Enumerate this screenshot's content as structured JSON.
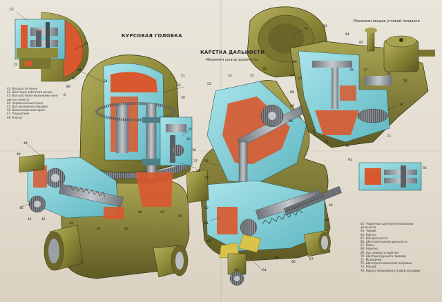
{
  "titles": {
    "azimuth": "КУРСОВАЯ ГОЛОВКА",
    "range_carriage": "КАРЕТКА ДАЛЬНОСТИ",
    "range_sub": "Механизм шкалы дальности",
    "top_right": "Механизм вводов угловой поправки"
  },
  "legend_left": [
    "41. Кольцо погонное",
    "42. Шестерня зубчатого венца",
    "43. Вал-шестерня механизма наво-",
    "дки по азимуту",
    "44. Червячная шестерня",
    "45. Вал механизма наводки",
    "46. Конические шестерни",
    "47. Подшипник",
    "48. Корпус"
  ],
  "legend_right": [
    "62. Червячная шестерня механизма",
    "дальности",
    "63. Червяк",
    "64. Корпус",
    "65. Вал дальности",
    "66. Шестерня шкалы дальности",
    "67. Рейка",
    "68. Каретка",
    "69. Ось поворота каретки",
    "70. Шестерня ручного привода",
    "71. Маховичок",
    "72. Шестерня механизма поправок",
    "73. Втулка",
    "74. Корпус механизма угловой поправки"
  ],
  "callouts": [
    "52",
    "22",
    "27",
    "24",
    "33",
    "35",
    "51",
    "82",
    "81",
    "80",
    "8",
    "39",
    "26",
    "36",
    "37",
    "38",
    "49",
    "48",
    "40",
    "41",
    "42",
    "43",
    "44",
    "45",
    "46",
    "47",
    "50",
    "53",
    "54",
    "55",
    "56",
    "57",
    "58",
    "59",
    "60",
    "61",
    "62",
    "63",
    "64",
    "65",
    "66",
    "67",
    "68",
    "69",
    "70",
    "71",
    "72",
    "73",
    "74",
    "75",
    "76",
    "77",
    "78",
    "79",
    "83",
    "84",
    "85",
    "86",
    "87",
    "88",
    "89",
    "90",
    "91",
    "92"
  ],
  "colors": {
    "paper": "#e6e1d5",
    "olive": "#8f8b3a",
    "olive_dark": "#5e5a22",
    "olive_light": "#b3ae5c",
    "section_cyan": "#7fd0d8",
    "section_red": "#d9582e",
    "steel": "#9aa0a6",
    "brass": "#d8c24a"
  }
}
